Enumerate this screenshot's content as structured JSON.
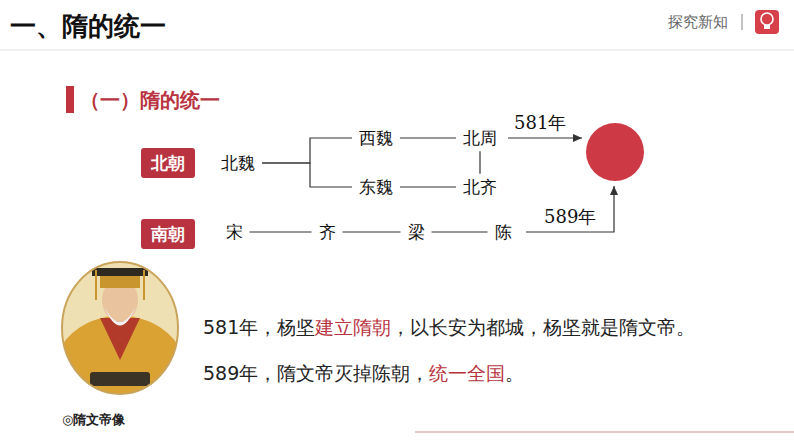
{
  "diagram": {
    "title": "一、隋的统一",
    "nodes": [
      {
        "text": [
          "北朝"
        ]
      },
      {
        "text": [
          "北魏"
        ]
      },
      {
        "text": [
          "西魏"
        ]
      },
      {
        "text": [
          "北周"
        ]
      },
      {
        "text": [
          "东魏"
        ]
      },
      {
        "text": [
          "北齐"
        ]
      },
      {
        "text": [
          "南朝"
        ]
      },
      {
        "text": [
          "宋"
        ]
      },
      {
        "text": [
          "齐"
        ]
      },
      {
        "text": [
          "梁"
        ]
      },
      {
        "text": [
          "陈"
        ]
      }
    ],
    "edges": [
      {
        "from": 1,
        "to": 2,
        "arrow": "none"
      },
      {
        "from": 1,
        "to": 4,
        "arrow": "none"
      },
      {
        "from": 2,
        "to": 3,
        "arrow": "none"
      },
      {
        "from": 4,
        "to": 5,
        "arrow": "none"
      },
      {
        "from": 5,
        "to": 3,
        "arrow": "none"
      },
      {
        "from": 7,
        "to": 8,
        "arrow": "none"
      },
      {
        "from": 8,
        "to": 9,
        "arrow": "none"
      },
      {
        "from": 9,
        "to": 10,
        "arrow": "none"
      }
    ],
    "labels": [
      "探究新知",
      "（一）隋的统一",
      "581年",
      "589年",
      "581年，杨坚",
      "建立隋朝",
      "，以长安为都城，杨坚就是隋文帝。",
      "589年，隋文帝灭掉陈朝，",
      "统一全国",
      "。",
      "◎隋文帝像"
    ]
  }
}
